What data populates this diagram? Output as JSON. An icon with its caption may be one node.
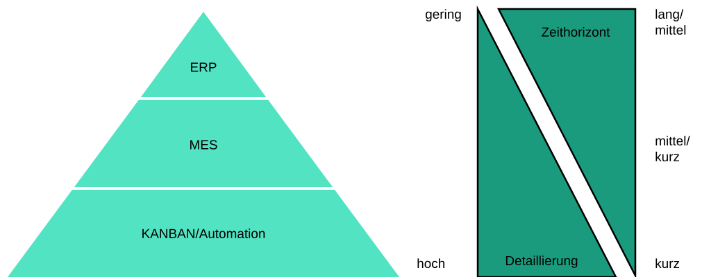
{
  "diagram": {
    "nodes": [
      {
        "text": [
          "ERP"
        ]
      },
      {
        "text": [
          "MES"
        ]
      },
      {
        "text": [
          "KANBAN/Automation"
        ]
      },
      {
        "text": [
          "Zeithorizont"
        ]
      },
      {
        "text": [
          "Detaillierung"
        ]
      }
    ],
    "labels": [
      "gering",
      "lang/ mittel",
      "mittel/ kurz",
      "hoch",
      "kurz"
    ]
  }
}
